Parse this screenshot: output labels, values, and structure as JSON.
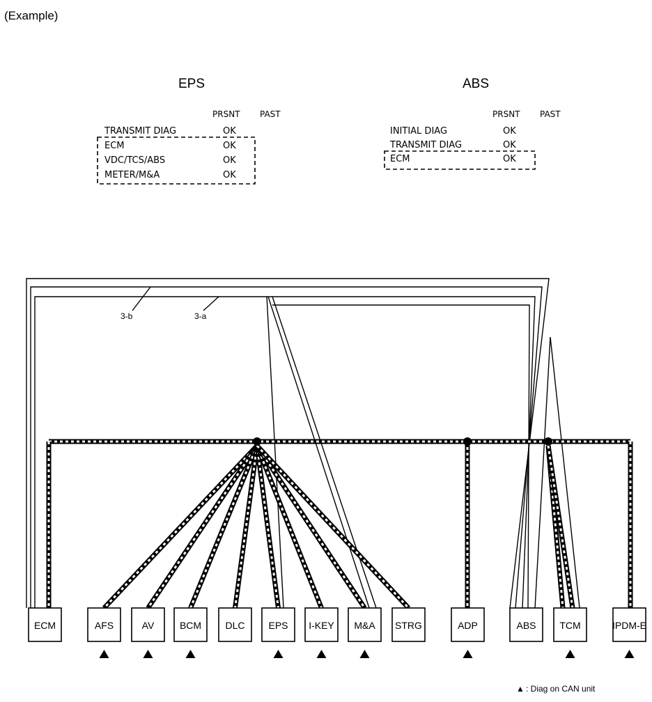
{
  "caption": "(Example)",
  "panels": {
    "eps": {
      "title": "EPS",
      "col_present": "PRSNT",
      "col_past": "PAST",
      "rows": [
        {
          "name": "TRANSMIT DIAG",
          "present": "OK"
        },
        {
          "name": "ECM",
          "present": "OK"
        },
        {
          "name": "VDC/TCS/ABS",
          "present": "OK"
        },
        {
          "name": "METER/M&A",
          "present": "OK"
        }
      ]
    },
    "abs": {
      "title": "ABS",
      "col_present": "PRSNT",
      "col_past": "PAST",
      "rows": [
        {
          "name": "INITIAL DIAG",
          "present": "OK"
        },
        {
          "name": "TRANSMIT DIAG",
          "present": "OK"
        },
        {
          "name": "ECM",
          "present": "OK"
        }
      ]
    }
  },
  "line_labels": {
    "a": "3-a",
    "b": "3-b"
  },
  "units": [
    "ECM",
    "AFS",
    "AV",
    "BCM",
    "DLC",
    "EPS",
    "I-KEY",
    "M&A",
    "STRG",
    "ADP",
    "ABS",
    "TCM",
    "IPDM-E"
  ],
  "diag_units": [
    "AFS",
    "AV",
    "BCM",
    "EPS",
    "I-KEY",
    "M&A",
    "ADP",
    "TCM",
    "IPDM-E"
  ],
  "legend": {
    "symbol": "▲",
    "text": ": Diag on CAN unit"
  }
}
